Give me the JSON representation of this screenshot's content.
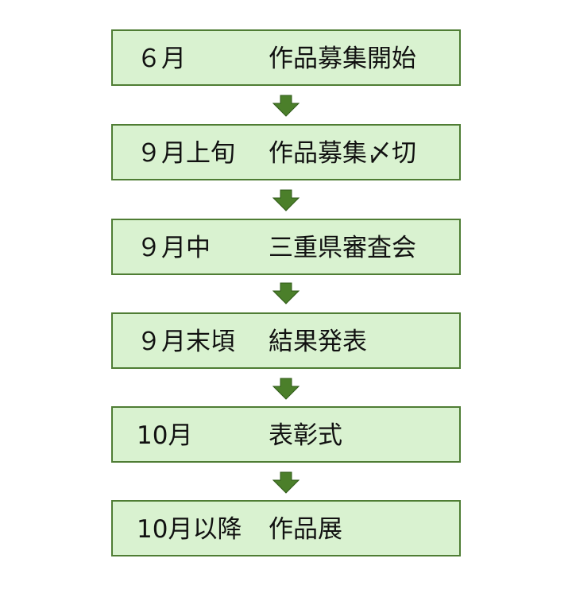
{
  "colors": {
    "box_fill": "#d9f2d0",
    "box_border": "#4f7d34",
    "arrow": "#4b7f2a",
    "text": "#111111"
  },
  "steps": [
    {
      "when": "６月",
      "what": "作品募集開始"
    },
    {
      "when": "９月上旬",
      "what": "作品募集〆切"
    },
    {
      "when": "９月中",
      "what": "三重県審査会"
    },
    {
      "when": "９月末頃",
      "what": "結果発表"
    },
    {
      "when": "10月",
      "what": "表彰式"
    },
    {
      "when": "10月以降",
      "what": "作品展"
    }
  ],
  "connector_icon": "down-arrow-icon"
}
